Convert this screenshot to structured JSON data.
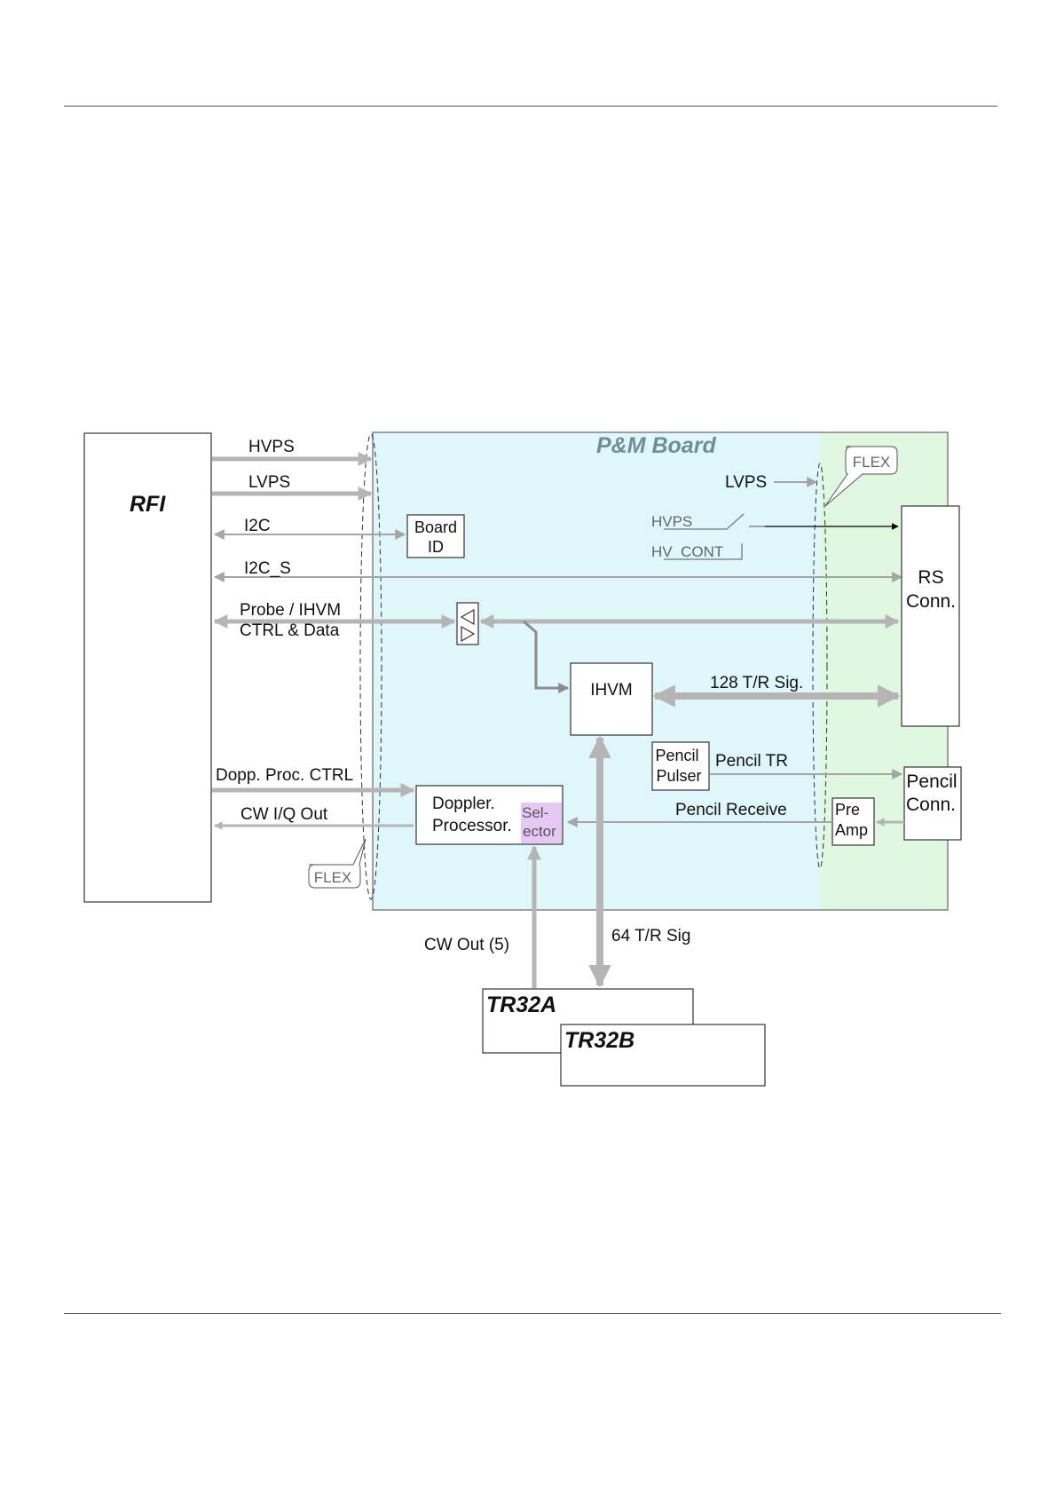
{
  "diagram": {
    "rfi_label": "RFI",
    "board_title": "P&M Board",
    "left_signals": {
      "hvps": "HVPS",
      "lvps": "LVPS",
      "i2c": "I2C",
      "i2c_s": "I2C_S",
      "probe_line1": "Probe / IHVM",
      "probe_line2": "CTRL & Data",
      "dopp_ctrl": "Dopp. Proc. CTRL",
      "cw_iq": "CW I/Q Out"
    },
    "board_id_line1": "Board",
    "board_id_line2": "ID",
    "right_lvps": "LVPS",
    "hvps_switch": "HVPS",
    "hv_cont": "HV_CONT",
    "flex_top": "FLEX",
    "flex_bottom": "FLEX",
    "rs_conn_line1": "RS",
    "rs_conn_line2": "Conn.",
    "ihvm": "IHVM",
    "tr128": "128 T/R Sig.",
    "pencil_pulser_line1": "Pencil",
    "pencil_pulser_line2": "Pulser",
    "pencil_tr": "Pencil TR",
    "pencil_receive": "Pencil Receive",
    "pre_amp_line1": "Pre",
    "pre_amp_line2": "Amp",
    "pencil_conn_line1": "Pencil",
    "pencil_conn_line2": "Conn.",
    "doppler_line1": "Doppler.",
    "doppler_line2": "Processor.",
    "selector_line1": "Sel-",
    "selector_line2": "ector",
    "cw_out": "CW Out (5)",
    "tr64": "64 T/R Sig",
    "tr32a": "TR32A",
    "tr32b": "TR32B"
  },
  "colors": {
    "board_fill": "#dff6fa",
    "flex_zone_fill": "#e0f7e0",
    "selector_fill": "#e6c8f5",
    "arrow_gray": "#b5b5b5",
    "title_gray": "#6f8f96"
  }
}
